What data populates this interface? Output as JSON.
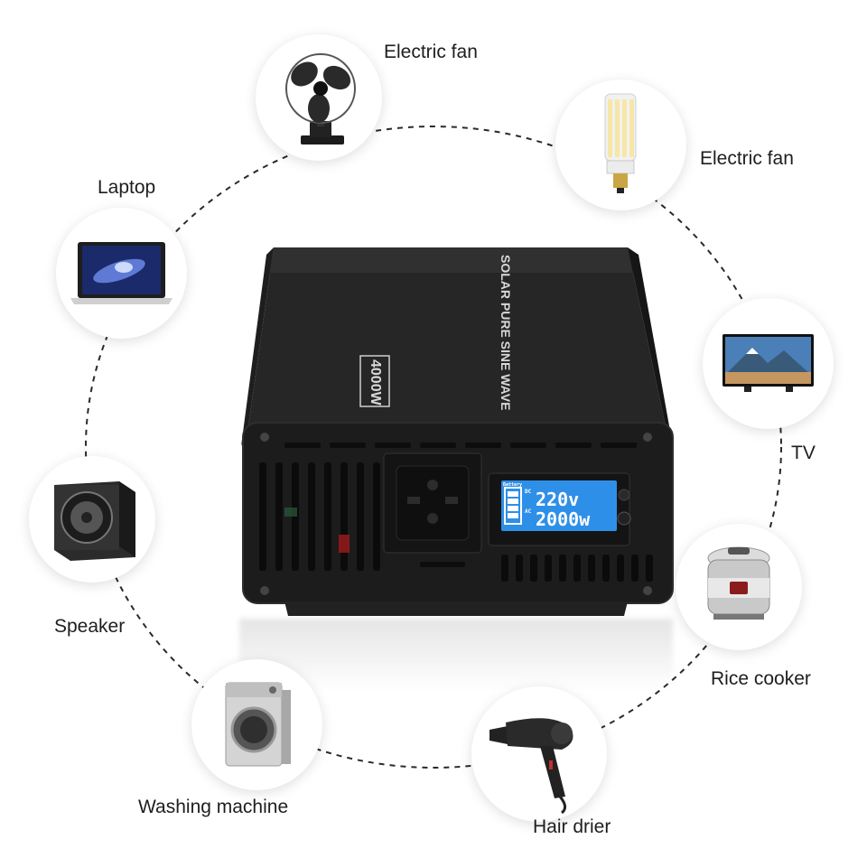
{
  "appliances": [
    {
      "id": "fan",
      "label": "Electric fan",
      "icon": "electric-fan-icon"
    },
    {
      "id": "bulb",
      "label": "Electric fan",
      "icon": "led-corn-bulb-icon"
    },
    {
      "id": "laptop",
      "label": "Laptop",
      "icon": "laptop-icon"
    },
    {
      "id": "tv",
      "label": "TV",
      "icon": "tv-icon"
    },
    {
      "id": "speaker",
      "label": "Speaker",
      "icon": "speaker-icon"
    },
    {
      "id": "rice",
      "label": "Rice cooker",
      "icon": "rice-cooker-icon"
    },
    {
      "id": "washer",
      "label": "Washing machine",
      "icon": "washing-machine-icon"
    },
    {
      "id": "drier",
      "label": "Hair drier",
      "icon": "hair-drier-icon"
    }
  ],
  "inverter": {
    "power_rating": "4000W",
    "title_line": "SOLAR PURE SINE WAVE",
    "lcd": {
      "battery_label": "Battery",
      "dc_label": "DC",
      "ac_label": "AC",
      "voltage": "220v",
      "wattage": "2000w"
    }
  },
  "colors": {
    "circle_dash": "#2a2a2a",
    "lcd_blue": "#2e8fe8",
    "body_black": "#1a1a1a"
  }
}
